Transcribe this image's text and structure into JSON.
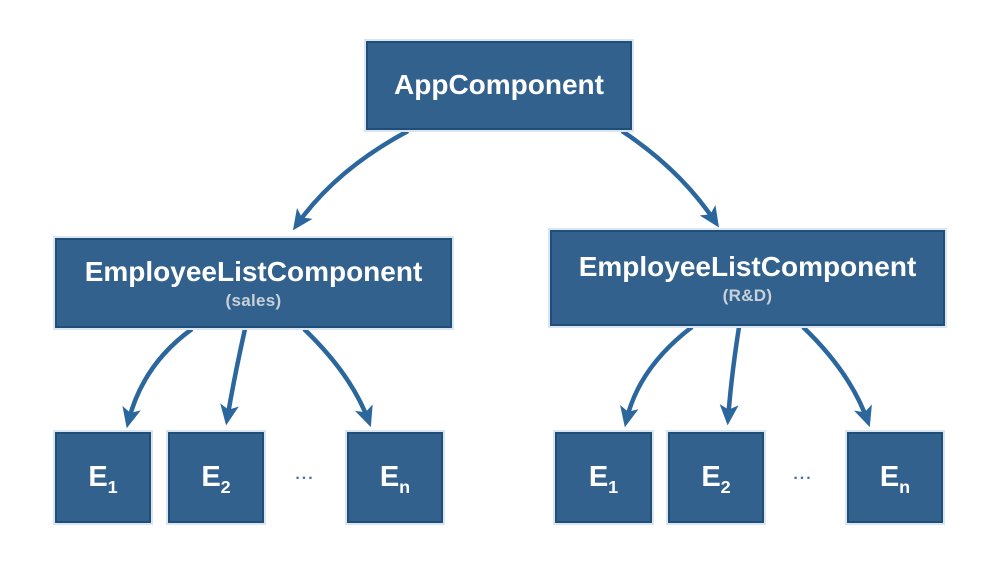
{
  "theme": {
    "canvas-bg": "#ffffff",
    "box-fill": "#32618E",
    "box-border": "#1F4E79",
    "box-glow": "#D9E6F2",
    "arrow-color": "#2B679C",
    "title-color": "#FFFFFF",
    "sublabel-color": "#C8D1D9",
    "dots-color": "#4D6F9D"
  },
  "tree": {
    "root": {
      "label": "AppComponent"
    },
    "groups": [
      {
        "label": "EmployeeListComponent",
        "sublabel": "(sales)",
        "ellipsis": "...",
        "children": [
          {
            "base": "E",
            "sub": "1"
          },
          {
            "base": "E",
            "sub": "2"
          },
          {
            "base": "E",
            "sub": "n"
          }
        ]
      },
      {
        "label": "EmployeeListComponent",
        "sublabel": "(R&D)",
        "ellipsis": "...",
        "children": [
          {
            "base": "E",
            "sub": "1"
          },
          {
            "base": "E",
            "sub": "2"
          },
          {
            "base": "E",
            "sub": "n"
          }
        ]
      }
    ]
  }
}
